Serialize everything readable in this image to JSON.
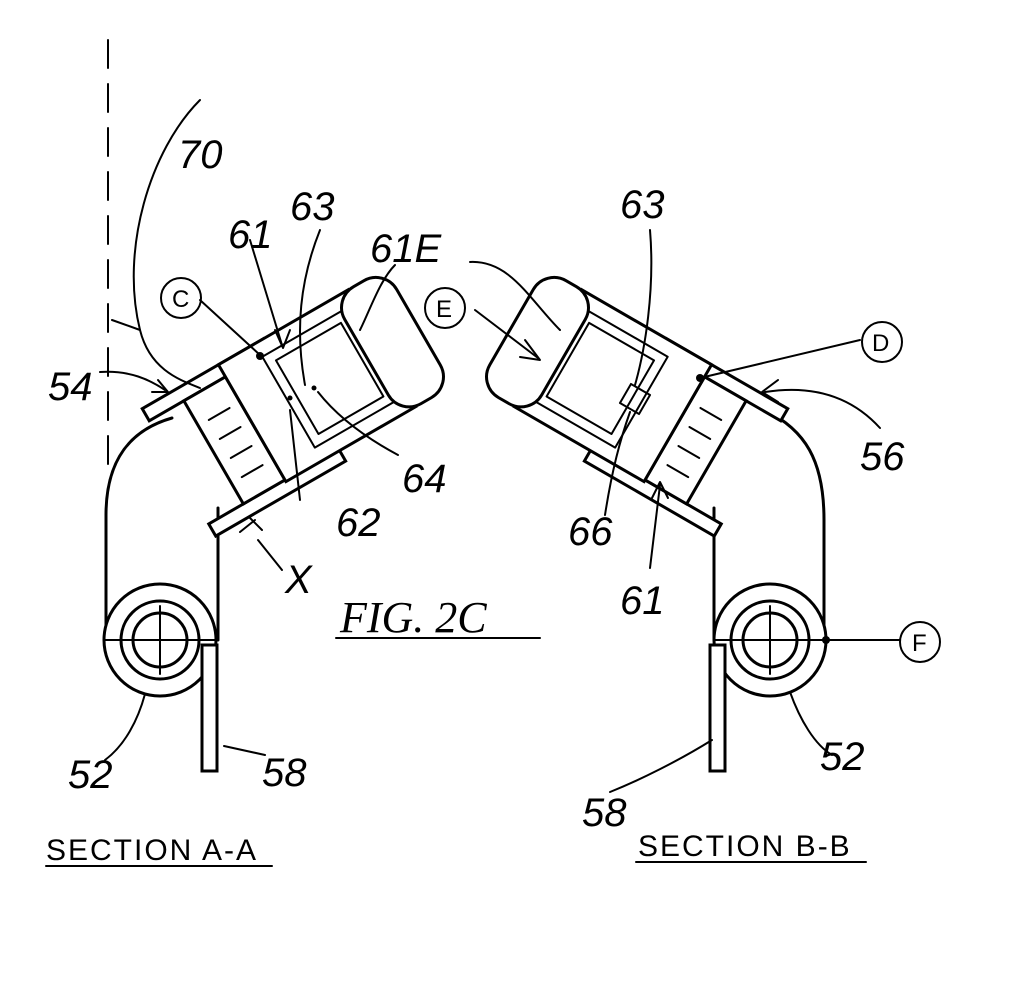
{
  "figure": {
    "title": "FIG. 2C"
  },
  "sections": {
    "left": {
      "caption": "SECTION A-A"
    },
    "right": {
      "caption": "SECTION B-B"
    }
  },
  "labels": {
    "l70": "70",
    "l54": "54",
    "l61_left": "61",
    "l63_left": "63",
    "l61E": "61E",
    "l64": "64",
    "l62": "62",
    "lX": "X",
    "l52_left": "52",
    "l58_left": "58",
    "l63_right": "63",
    "l56": "56",
    "l66": "66",
    "l61_right": "61",
    "l52_right": "52",
    "l58_right": "58"
  },
  "callouts": {
    "C": "C",
    "D": "D",
    "E": "E",
    "F": "F"
  }
}
